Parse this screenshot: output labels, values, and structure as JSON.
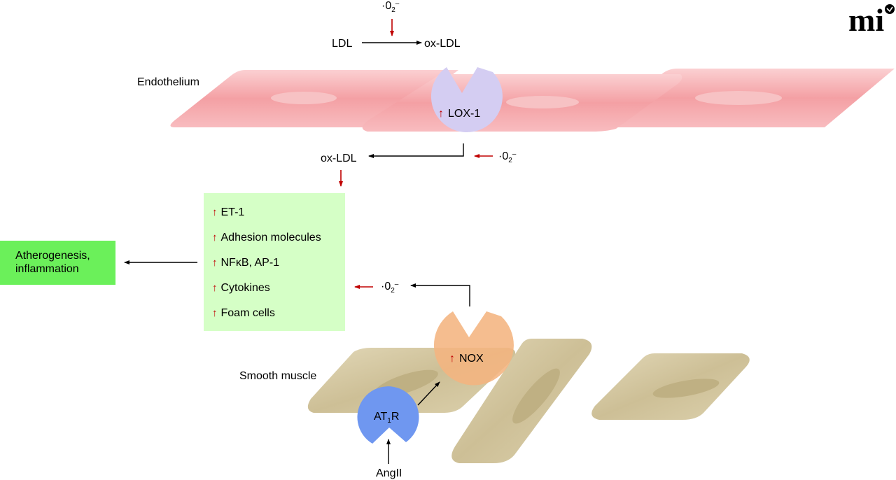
{
  "top": {
    "superoxide": "·0",
    "superoxide_sub": "2",
    "superoxide_sup": "–",
    "ldl": "LDL",
    "oxldl": "ox-LDL"
  },
  "endothelium": {
    "label": "Endothelium",
    "receptor_label": "LOX-1"
  },
  "middle": {
    "oxldl": "ox-LDL",
    "superoxide": "·0",
    "superoxide_sub": "2",
    "superoxide_sup": "–"
  },
  "effects": {
    "items": [
      "ET-1",
      "Adhesion molecules",
      "NFκB, AP-1",
      "Cytokines",
      "Foam cells"
    ]
  },
  "outcome": {
    "line1": "Atherogenesis,",
    "line2": "inflammation"
  },
  "smooth_muscle": {
    "label": "Smooth muscle",
    "enzyme_label": "NOX",
    "superoxide": "·0",
    "superoxide_sub": "2",
    "superoxide_sup": "–",
    "receptor_label_a": "AT",
    "receptor_label_sub": "1",
    "receptor_label_b": "R",
    "agonist": "AngII"
  },
  "logo": {
    "text": "mi"
  },
  "colors": {
    "endothelial_cell": "#f4a0a4",
    "lox1": "#d4cdf2",
    "smooth_muscle_cell": "#cdbf96",
    "nox": "#f4b480",
    "at1r": "#6f97f0",
    "effects_box": "#d5ffc6",
    "outcome_box": "#6bf05a",
    "red_arrow": "#c00000"
  }
}
